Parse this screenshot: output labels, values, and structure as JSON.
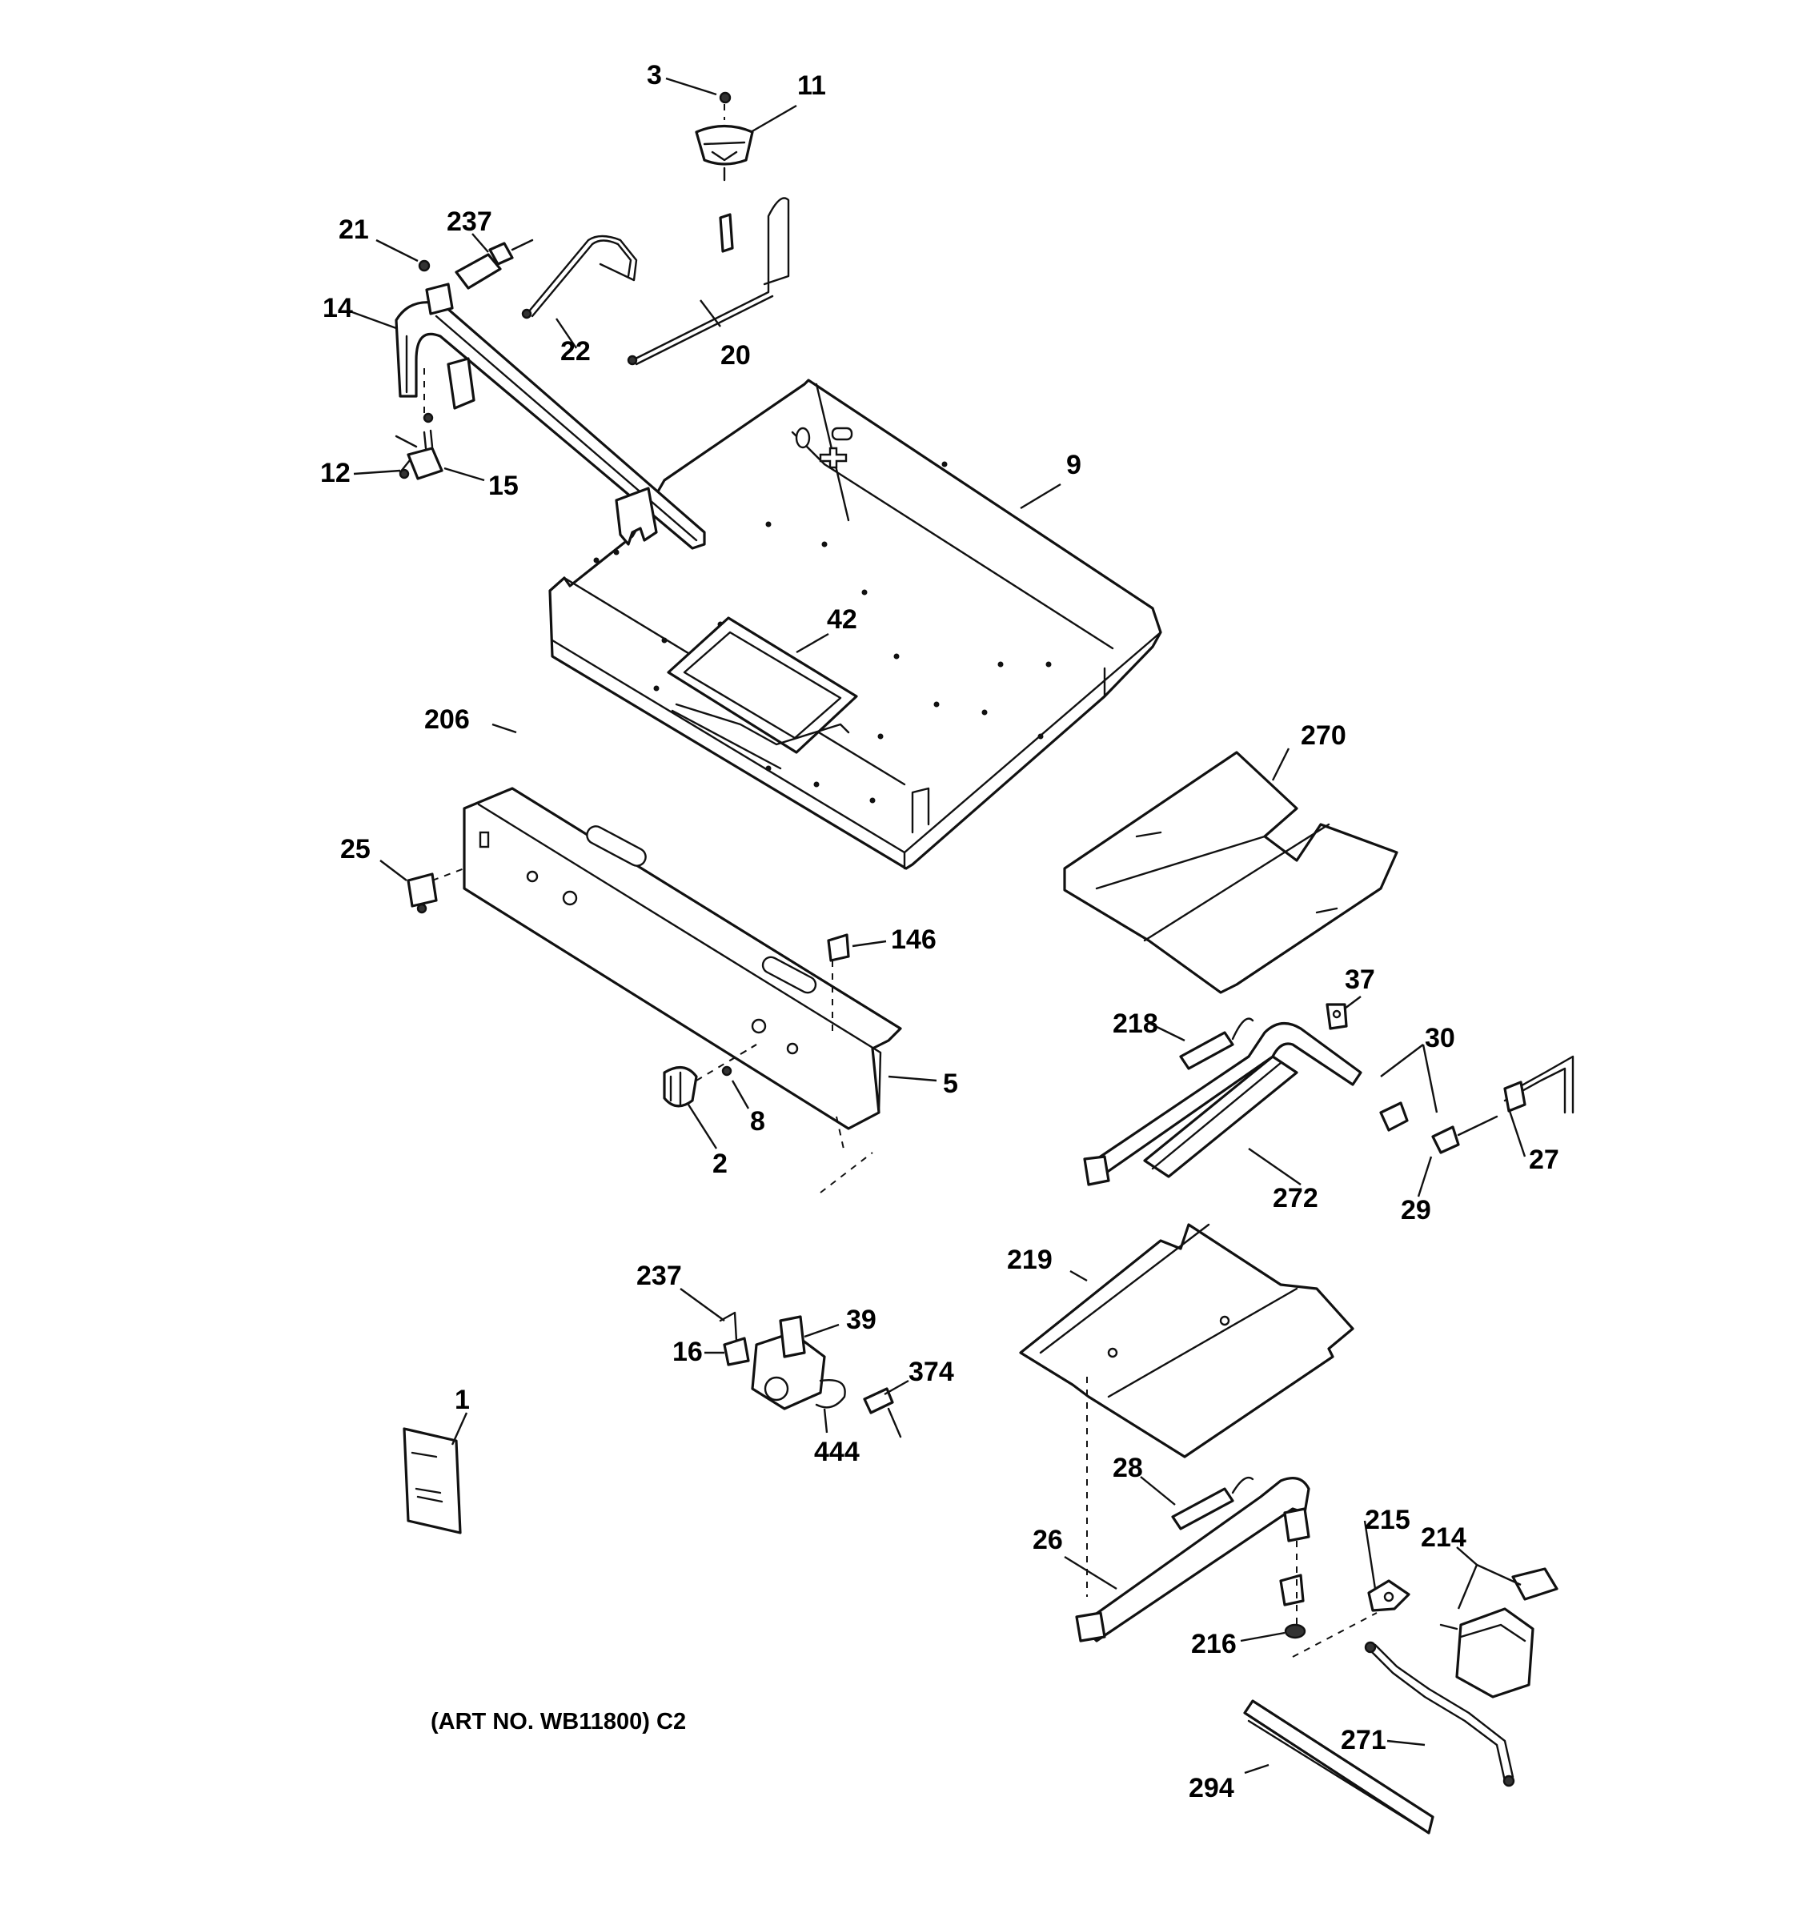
{
  "diagram": {
    "art_number": "(ART NO. WB11800) C2",
    "callouts": {
      "p1": "1",
      "p2": "2",
      "p3": "3",
      "p5": "5",
      "p8": "8",
      "p9": "9",
      "p11": "11",
      "p12": "12",
      "p14": "14",
      "p15": "15",
      "p16": "16",
      "p20": "20",
      "p21": "21",
      "p22": "22",
      "p25": "25",
      "p26": "26",
      "p27": "27",
      "p28": "28",
      "p29": "29",
      "p30": "30",
      "p37": "37",
      "p39": "39",
      "p42": "42",
      "p146": "146",
      "p206": "206",
      "p214": "214",
      "p215": "215",
      "p216": "216",
      "p218": "218",
      "p219": "219",
      "p237_top": "237",
      "p237_bottom": "237",
      "p270": "270",
      "p271": "271",
      "p272": "272",
      "p294": "294",
      "p374": "374",
      "p444": "444"
    }
  }
}
